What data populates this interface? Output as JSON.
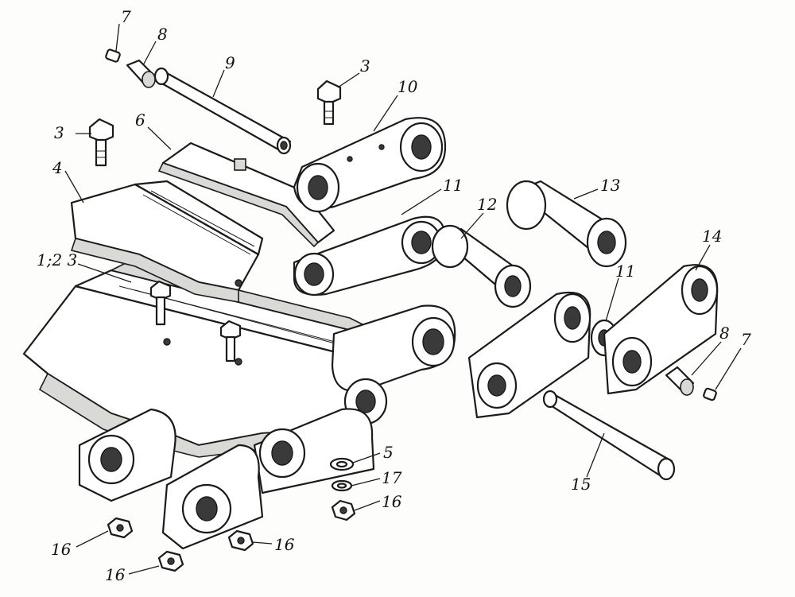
{
  "callouts": {
    "c7a": "7",
    "c8a": "8",
    "c9": "9",
    "c3a": "3",
    "c10": "10",
    "c3b": "3",
    "c6": "6",
    "c4": "4",
    "c11a": "11",
    "c12": "12",
    "c13": "13",
    "c123": "1;2 3",
    "c14": "14",
    "c11b": "11",
    "c8b": "8",
    "c7b": "7",
    "c5": "5",
    "c17": "17",
    "c16a": "16",
    "c15": "15",
    "c16b": "16",
    "c16c": "16",
    "c16d": "16"
  }
}
